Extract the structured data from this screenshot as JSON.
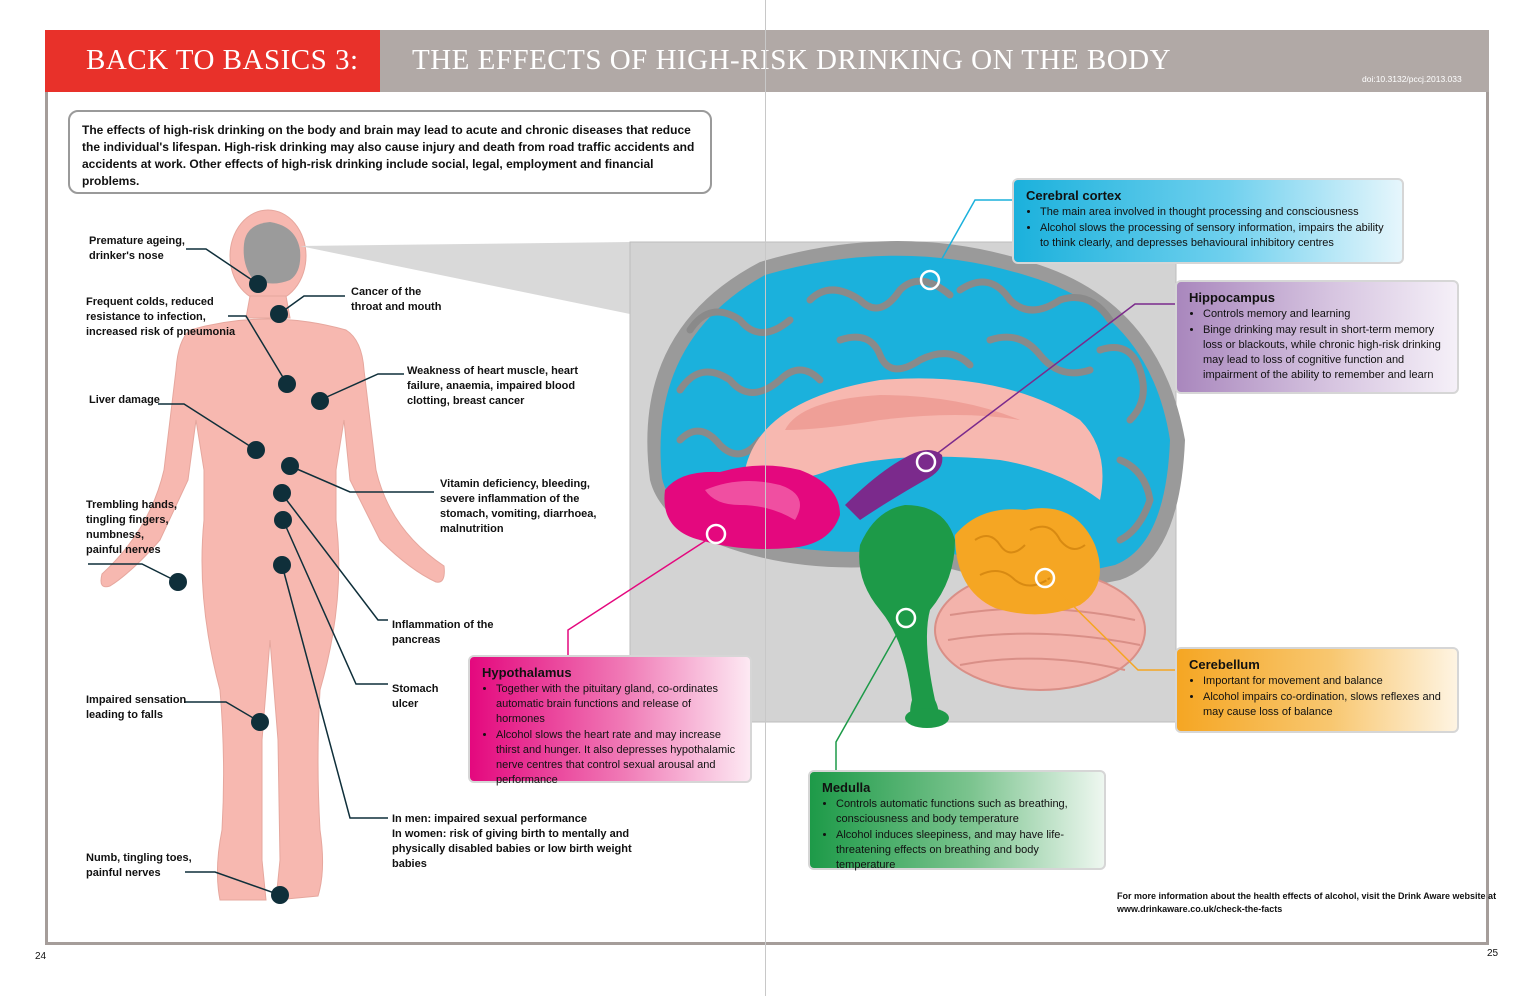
{
  "header": {
    "left_title": "BACK TO BASICS 3:",
    "right_title": "THE EFFECTS OF HIGH-RISK DRINKING ON THE BODY",
    "doi": "doi:10.3132/pccj.2013.033"
  },
  "intro": "The effects of high-risk drinking on the body and brain may lead to acute and chronic diseases that reduce the individual's lifespan. High-risk drinking may also cause injury and death from road traffic accidents and accidents at work. Other effects of high-risk drinking include social, legal, employment and financial problems.",
  "body_labels": {
    "ageing": "Premature ageing,\ndrinker's nose",
    "throat": "Cancer of the\nthroat and mouth",
    "colds": "Frequent colds, reduced\nresistance to infection,\nincreased risk of pneumonia",
    "heart": "Weakness of heart muscle, heart\nfailure, anaemia, impaired blood\nclotting, breast cancer",
    "liver": "Liver damage",
    "vitamin": "Vitamin deficiency, bleeding,\nsevere inflammation of the\nstomach, vomiting, diarrhoea,\nmalnutrition",
    "hands": "Trembling hands,\ntingling fingers,\nnumbness,\npainful nerves",
    "pancreas": "Inflammation of the\npancreas",
    "stomach": "Stomach\nulcer",
    "sensation": "Impaired sensation\nleading to falls",
    "sexual": "In men:  impaired sexual performance\nIn women:  risk of giving birth to mentally and\nphysically disabled babies or low birth weight\nbabies",
    "toes": "Numb, tingling toes,\npainful nerves"
  },
  "brain_boxes": {
    "cortex": {
      "title": "Cerebral cortex",
      "items": [
        "The main area involved in thought processing and consciousness",
        "Alcohol slows the processing of sensory information, impairs the ability to think clearly, and depresses behavioural inhibitory centres"
      ]
    },
    "hippocampus": {
      "title": "Hippocampus",
      "items": [
        "Controls memory and learning",
        "Binge drinking may result in short-term memory loss or blackouts, while chronic high-risk drinking may lead to loss of cognitive function and impairment of the ability to remember and learn"
      ]
    },
    "hypothalamus": {
      "title": "Hypothalamus",
      "items": [
        "Together with the pituitary gland, co-ordinates automatic brain functions and release of hormones",
        "Alcohol slows the heart rate and may increase thirst and hunger. It also depresses hypothalamic nerve centres that control sexual arousal and performance"
      ]
    },
    "cerebellum": {
      "title": "Cerebellum",
      "items": [
        "Important for movement and balance",
        "Alcohol impairs co-ordination, slows reflexes and may cause loss of balance"
      ]
    },
    "medulla": {
      "title": "Medulla",
      "items": [
        "Controls automatic functions such as breathing, consciousness and body temperature",
        "Alcohol induces sleepiness, and may have life-threatening effects on breathing and body temperature"
      ]
    }
  },
  "footer": "For more information about the health effects of alcohol, visit the Drink Aware website at\nwww.drinkaware.co.uk/check-the-facts",
  "page_numbers": {
    "left": "24",
    "right": "25"
  },
  "colors": {
    "red": "#e8312a",
    "grey_header": "#b1a9a6",
    "cortex": "#1bb1dc",
    "hippocampus": "#7b2a8c",
    "hypothalamus": "#e4087e",
    "cerebellum": "#f5a623",
    "medulla": "#1d9a48",
    "skin": "#f7b8b0",
    "dot": "#0f2f3a"
  }
}
